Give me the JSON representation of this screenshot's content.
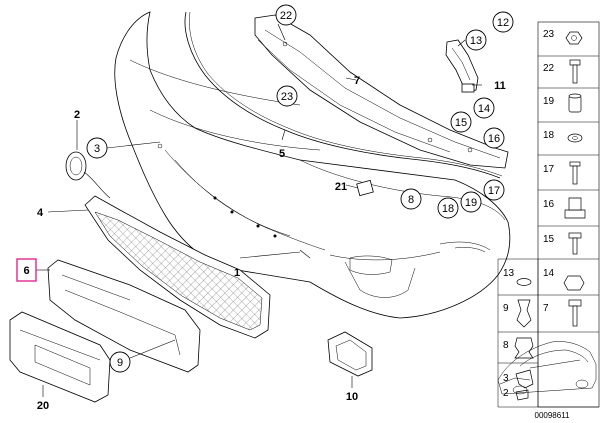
{
  "diagram": {
    "catalog_code": "00098611",
    "callouts": [
      {
        "id": "c22",
        "text": "22"
      },
      {
        "id": "c12",
        "text": "12"
      },
      {
        "id": "c13",
        "text": "13"
      },
      {
        "id": "c7",
        "text": "7"
      },
      {
        "id": "c11",
        "text": "11"
      },
      {
        "id": "c2",
        "text": "2"
      },
      {
        "id": "c23",
        "text": "23"
      },
      {
        "id": "c14",
        "text": "14"
      },
      {
        "id": "c15",
        "text": "15"
      },
      {
        "id": "c16",
        "text": "16"
      },
      {
        "id": "c3",
        "text": "3"
      },
      {
        "id": "c5",
        "text": "5"
      },
      {
        "id": "c21",
        "text": "21"
      },
      {
        "id": "c17",
        "text": "17"
      },
      {
        "id": "c8",
        "text": "8"
      },
      {
        "id": "c18",
        "text": "18"
      },
      {
        "id": "c19",
        "text": "19"
      },
      {
        "id": "c4",
        "text": "4"
      },
      {
        "id": "c1",
        "text": "1"
      },
      {
        "id": "c6",
        "text": "6"
      },
      {
        "id": "c9",
        "text": "9"
      },
      {
        "id": "c20",
        "text": "20"
      },
      {
        "id": "c10",
        "text": "10"
      }
    ],
    "sidebar": [
      {
        "id": "s23",
        "text": "23"
      },
      {
        "id": "s22",
        "text": "22"
      },
      {
        "id": "s19",
        "text": "19"
      },
      {
        "id": "s18",
        "text": "18"
      },
      {
        "id": "s17",
        "text": "17"
      },
      {
        "id": "s16",
        "text": "16"
      },
      {
        "id": "s15",
        "text": "15"
      },
      {
        "id": "s13",
        "text": "13"
      },
      {
        "id": "s14",
        "text": "14"
      },
      {
        "id": "s9",
        "text": "9"
      },
      {
        "id": "s7",
        "text": "7"
      },
      {
        "id": "s8",
        "text": "8"
      },
      {
        "id": "s3",
        "text": "3"
      },
      {
        "id": "s2",
        "text": "2"
      }
    ],
    "highlight_color": "#e0288a"
  }
}
